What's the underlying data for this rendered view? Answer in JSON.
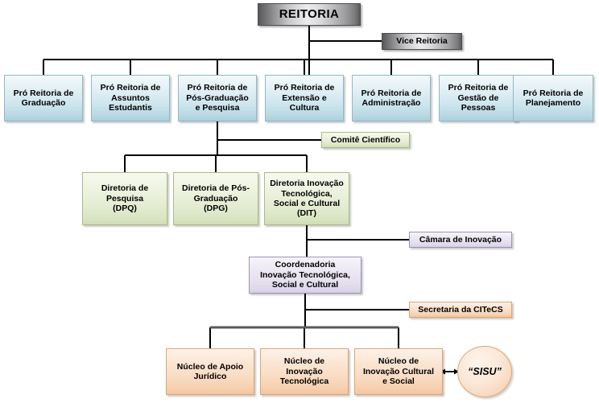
{
  "diagram": {
    "title": "Organograma REITORIA",
    "background": "#ffffff",
    "colors": {
      "silver": "#c9c9cb",
      "blue": "#cfe6ee",
      "green": "#e4ecd2",
      "purple": "#e6e1ef",
      "orange": "#f9dcc3",
      "line": "#000000",
      "thick_line": "#595959"
    }
  },
  "nodes": {
    "reitoria": {
      "label": "REITORIA",
      "style": "silver"
    },
    "vice_reitoria": {
      "label": "Vice Reitoria",
      "style": "silver"
    },
    "pro_reitorias": [
      {
        "label": "Pró Reitoria de\nGraduação",
        "style": "blue"
      },
      {
        "label": "Pró Reitoria de\nAssuntos\nEstudantis",
        "style": "blue"
      },
      {
        "label": "Pró Reitoria de\nPós-Graduação\ne Pesquisa",
        "style": "blue"
      },
      {
        "label": "Pró Reitoria de\nExtensão e\nCultura",
        "style": "blue"
      },
      {
        "label": "Pró Reitoria de\nAdministração",
        "style": "blue"
      },
      {
        "label": "Pró Reitoria de\nGestão de\nPessoas",
        "style": "blue"
      },
      {
        "label": "Pró Reitoria de\nPlanejamento",
        "style": "blue"
      }
    ],
    "comite_cientifico": {
      "label": "Comitê Científico",
      "style": "green"
    },
    "diretorias": [
      {
        "label": "Diretoria de\nPesquisa\n(DPQ)",
        "style": "green"
      },
      {
        "label": "Diretoria de Pós-\nGraduação\n(DPG)",
        "style": "green"
      },
      {
        "label": "Diretoria Inovação\nTecnológica,\nSocial e Cultural\n(DIT)",
        "style": "green"
      }
    ],
    "camara_inovacao": {
      "label": "Câmara de Inovação",
      "style": "purple"
    },
    "coordenadoria": {
      "label": "Coordenadoria\nInovação Tecnológica,\nSocial e Cultural",
      "style": "purple"
    },
    "secretaria": {
      "label": "Secretaria da CITeCS",
      "style": "orange"
    },
    "nucleos": [
      {
        "label": "Núcleo de Apoio\nJurídico",
        "style": "orange"
      },
      {
        "label": "Núcleo de\nInovação\nTecnológica",
        "style": "orange"
      },
      {
        "label": "Núcleo de\nInovação Cultural\ne Social",
        "style": "orange"
      }
    ],
    "sisu": {
      "label": "“SISU”",
      "style": "orange-ellipse"
    }
  }
}
